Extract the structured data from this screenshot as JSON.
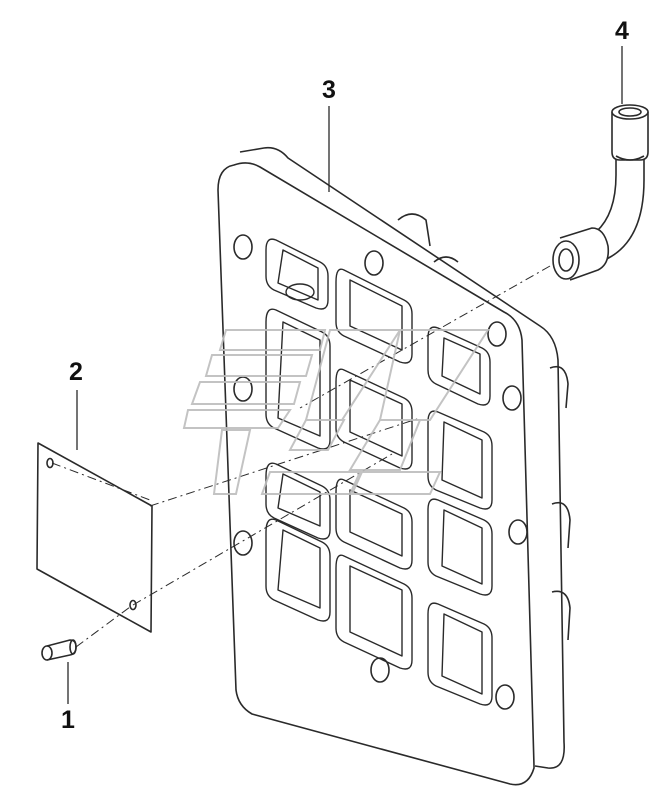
{
  "diagram": {
    "callouts": [
      {
        "id": "1",
        "label": "1",
        "part": "rivet"
      },
      {
        "id": "2",
        "label": "2",
        "part": "nameplate"
      },
      {
        "id": "3",
        "label": "3",
        "part": "cover-plate"
      },
      {
        "id": "4",
        "label": "4",
        "part": "elbow-pipe"
      }
    ],
    "colors": {
      "line": "#2a2a2a",
      "fill": "#ffffff",
      "watermark": "#bdbdbd"
    },
    "icons": [
      "watermark-logo"
    ]
  }
}
